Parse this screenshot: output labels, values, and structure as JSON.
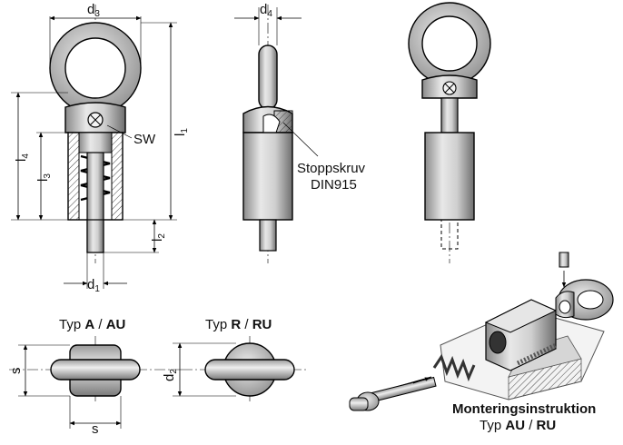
{
  "front_view": {
    "d3_main": "d",
    "d3_sub": "3",
    "l4_main": "l",
    "l4_sub": "4",
    "l3_main": "l",
    "l3_sub": "3",
    "l1_main": "l",
    "l1_sub": "1",
    "l2_main": "l",
    "l2_sub": "2",
    "d1_main": "d",
    "d1_sub": "1",
    "sw_label": "SW"
  },
  "side_view": {
    "d4_main": "d",
    "d4_sub": "4",
    "callout_line1": "Stoppskruv",
    "callout_line2": "DIN915"
  },
  "bottom_view_a": {
    "prefix": "Typ",
    "type1": "A",
    "sep": "/",
    "type2": "AU",
    "s_label": "s",
    "s_label_h": "s"
  },
  "bottom_view_r": {
    "prefix": "Typ",
    "type1": "R",
    "sep": "/",
    "type2": "RU",
    "d2_main": "d",
    "d2_sub": "2"
  },
  "assembly": {
    "title": "Monteringsinstruktion",
    "prefix": "Typ",
    "type1": "AU",
    "sep": "/",
    "type2": "RU"
  }
}
